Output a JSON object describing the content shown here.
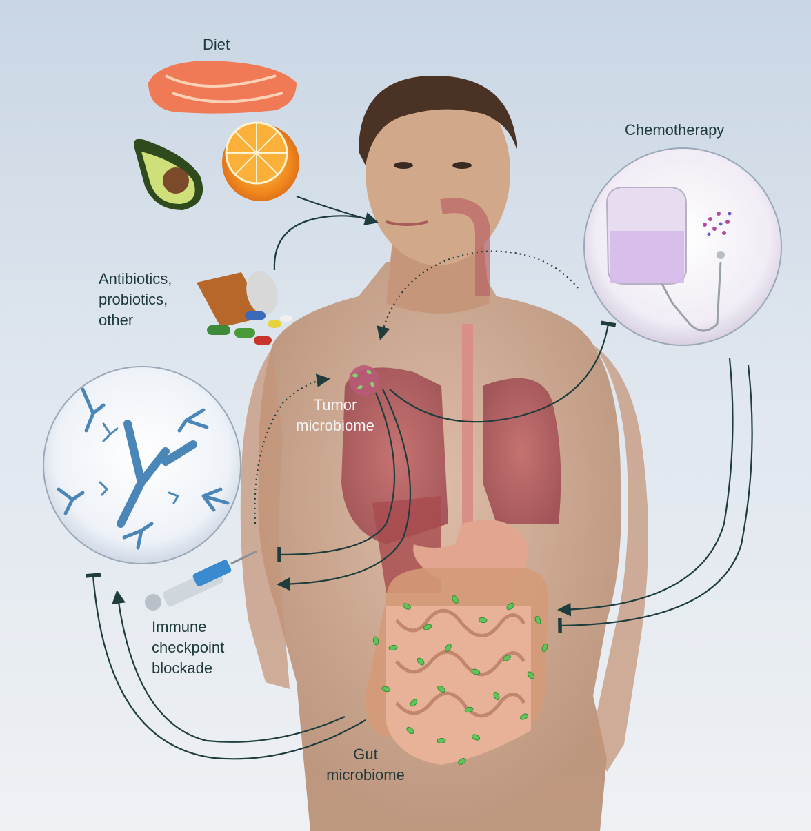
{
  "labels": {
    "diet": "Diet",
    "chemotherapy": "Chemotherapy",
    "antibiotics": [
      "Antibiotics,",
      "probiotics,",
      "other"
    ],
    "tumor_microbiome": [
      "Tumor",
      "microbiome"
    ],
    "immune_checkpoint": [
      "Immune",
      "checkpoint",
      "blockade"
    ],
    "gut_microbiome": [
      "Gut",
      "microbiome"
    ]
  },
  "colors": {
    "arrow": "#1f3d3d",
    "skin": "#c99b7d",
    "lung": "#b45a5e",
    "gut_bacteria": "#5fc45a",
    "antibody": "#4a86b8"
  }
}
